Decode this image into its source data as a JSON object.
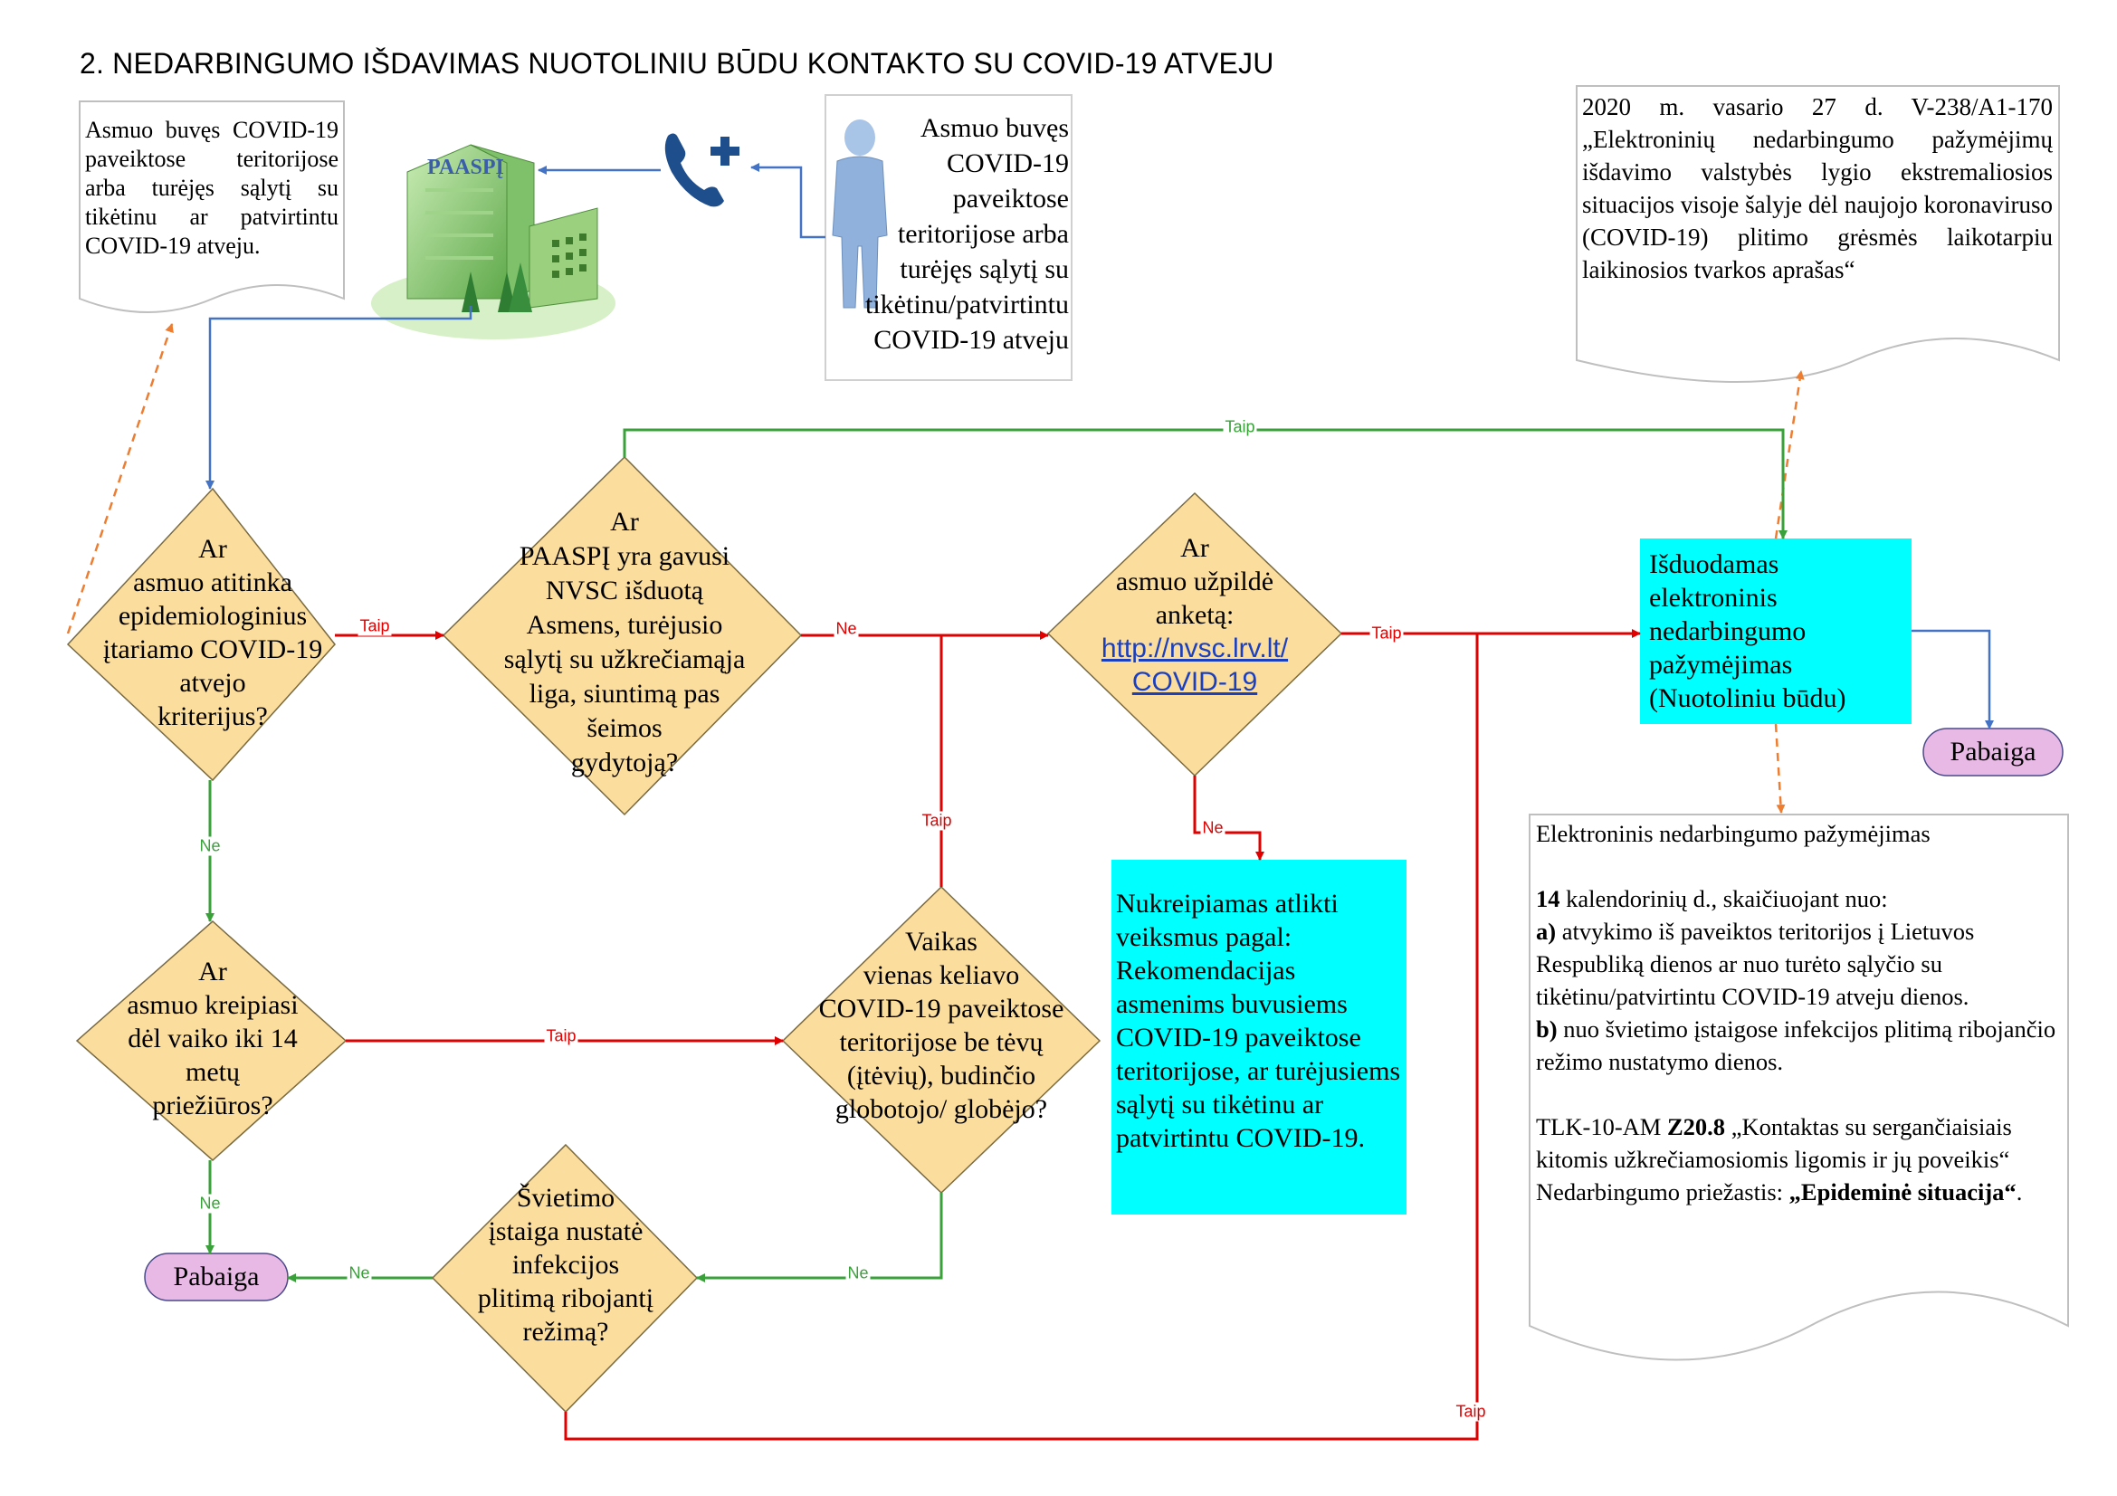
{
  "title": "2. NEDARBINGUMO IŠDAVIMAS NUOTOLINIU BŪDU KONTAKTO SU COVID-19 ATVEJU",
  "note_left": "Asmuo buvęs COVID-19 paveiktose teritorijose arba turėjęs  sąlytį su tikėtinu  ar patvirtintu COVID-19 atveju.",
  "paaspi_label": "PAASPĮ",
  "person_text": "Asmuo buvęs COVID-19 paveiktose teritorijose arba turėjęs sąlytį su tikėtinu/patvirtintu COVID-19 atveju",
  "legal_doc": "2020 m. vasario 27 d. V-238/A1-170 „Elektroninių nedarbingumo pažymėjimų išdavimo valstybės lygio ekstremaliosios situacijos visoje šalyje dėl naujojo koronaviruso (COVID-19) plitimo grėsmės laikotarpiu laikinosios tvarkos aprašas“",
  "decisions": {
    "d1": "Ar\nasmuo atitinka\nepidemiologinius\nįtariamo COVID-19\natvejo\nkriterijus?",
    "d2": "Ar\nPAASPĮ yra gavusi\nNVSC išduotą\nAsmens, turėjusio\nsąlytį su užkrečiamąja\nliga, siuntimą pas\nšeimos\ngydytoją?",
    "d3_top": "Ar\nasmuo  užpildė\nanketą:",
    "d3_link1": "http://nvsc.lrv.lt/",
    "d3_link2": "COVID-19",
    "d4": "Ar\nasmuo kreipiasi\ndėl vaiko  iki 14\nmetų\npriežiūros?",
    "d5": "Vaikas\nvienas keliavo\nCOVID-19 paveiktose\nteritorijose be tėvų\n(įtėvių), budinčio\nglobotojo/ globėjo?",
    "d6": "Švietimo\nįstaiga nustatė\ninfekcijos\nplitimą ribojantį\nrežimą?"
  },
  "issued_box": "Išduodamas elektroninis nedarbingumo pažymėjimas (Nuotoliniu  būdu)",
  "referral_box": "Nukreipiamas atlikti veiksmus pagal:\n Rekomendacijas asmenims buvusiems COVID-19 paveiktose teritorijose, ar turėjusiems sąlytį su tikėtinu ar patvirtintu COVID-19.",
  "end_label": "Pabaiga",
  "cert": {
    "heading": "Elektroninis nedarbingumo  pažymėjimas",
    "days_bold": "14",
    "days_rest": " kalendorinių d., skaičiuojant nuo:",
    "a_bold": "a)",
    "a_rest": " atvykimo iš paveiktos teritorijos į Lietuvos Respubliką dienos ar nuo turėto sąlyčio su tikėtinu/patvirtintu COVID-19 atveju dienos.",
    "b_bold": "b)",
    "b_rest": " nuo švietimo įstaigose infekcijos plitimą ribojančio režimo nustatymo dienos.",
    "tlk_pre": "TLK-10-AM ",
    "tlk_bold": "Z20.8",
    "tlk_rest": " „Kontaktas su sergančiaisiais kitomis užkrečiamosiomis ligomis ir jų poveikis“",
    "reason_pre": "Nedarbingumo priežastis: ",
    "reason_bold": "„Epideminė situacija“",
    "reason_end": "."
  },
  "labels": {
    "yes": "Taip",
    "no": "Ne"
  },
  "colors": {
    "diamond_fill": "#fbdd9e",
    "cyan": "#00ffff",
    "terminal": "#e9b9e6",
    "yes_red": "#e00000",
    "no_green": "#3aa13a",
    "blue": "#4472c4",
    "orange": "#ed7d31"
  }
}
